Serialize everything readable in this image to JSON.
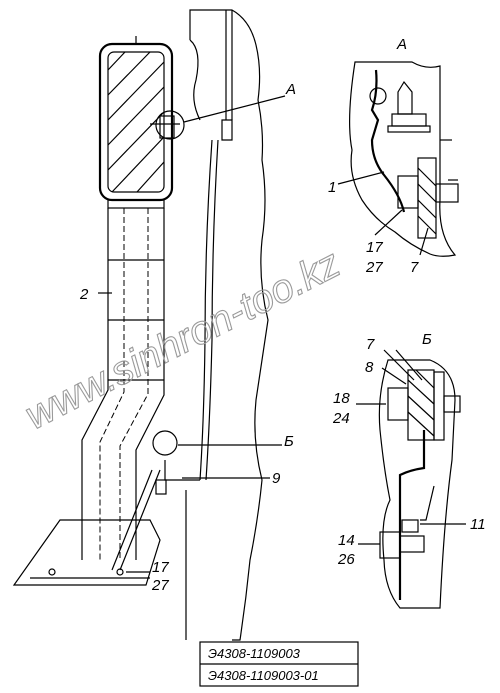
{
  "views": {
    "A": "А",
    "B": "Б"
  },
  "callouts": {
    "view_a_main": "А",
    "view_b_main": "Б",
    "n2": "2",
    "n9": "9",
    "main_17": "17",
    "main_27": "27",
    "a_1": "1",
    "a_17": "17",
    "a_27": "27",
    "a_7": "7",
    "b_7": "7",
    "b_8": "8",
    "b_18": "18",
    "b_24": "24",
    "b_11": "11",
    "b_14": "14",
    "b_26": "26"
  },
  "watermark": "www.sinhron-too.kz",
  "part_numbers": [
    "Э4308-1109003",
    "Э4308-1109003-01"
  ]
}
